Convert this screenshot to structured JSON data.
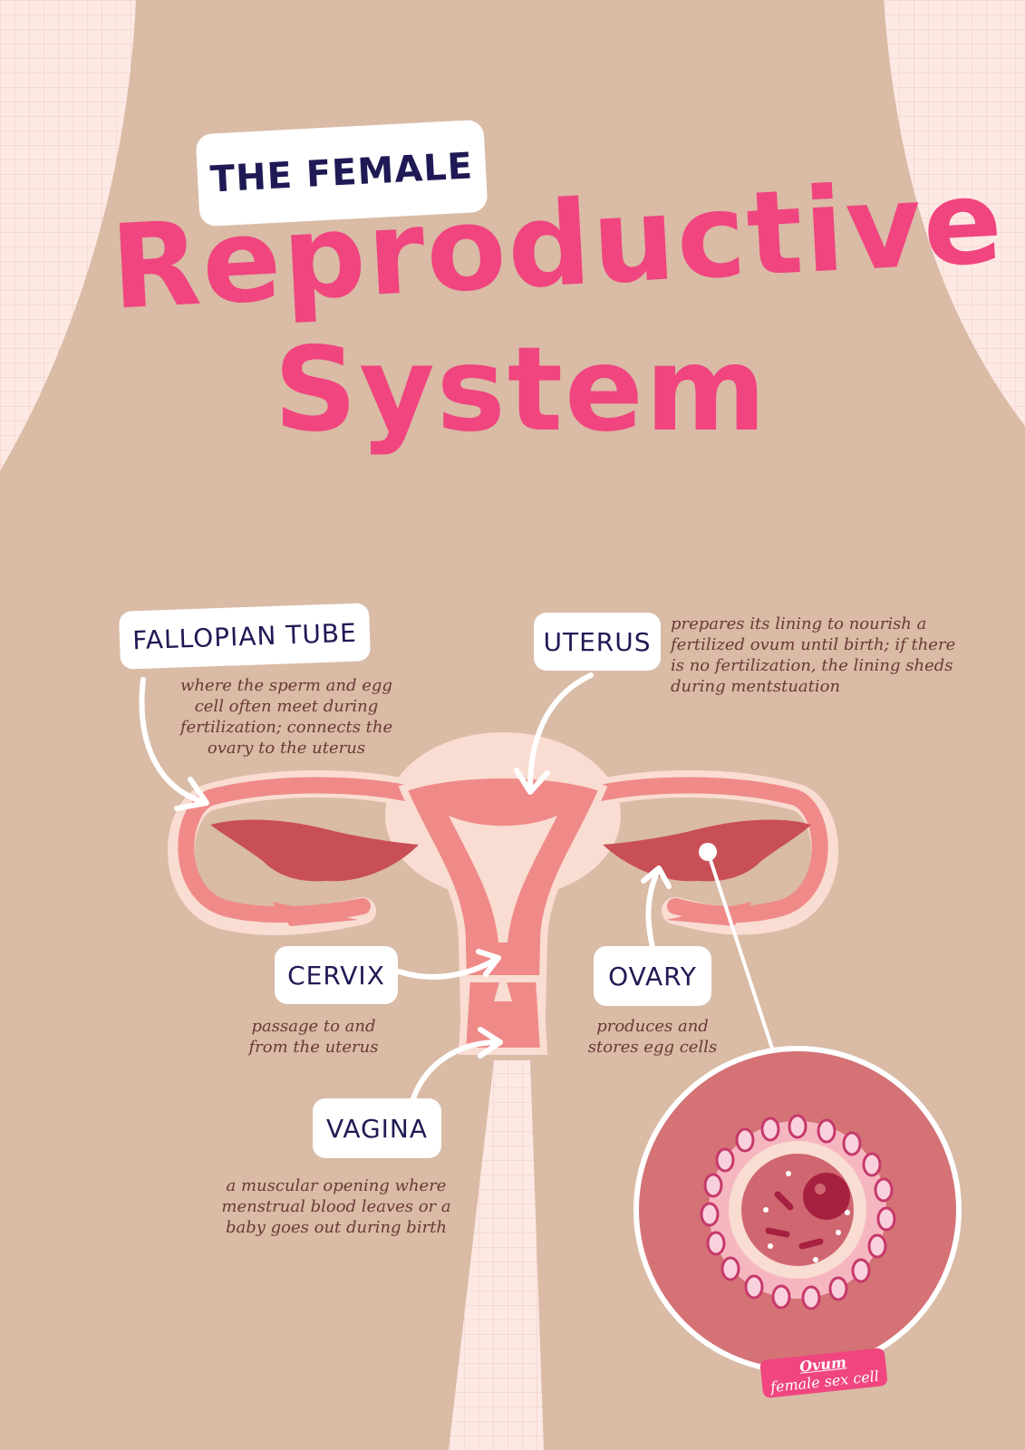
{
  "title": {
    "tag": "THE FEMALE",
    "line1": "Reproductive",
    "line2": "System"
  },
  "labels": {
    "fallopian_tube": "FALLOPIAN TUBE",
    "uterus": "UTERUS",
    "cervix": "CERVIX",
    "ovary": "OVARY",
    "vagina": "VAGINA"
  },
  "descriptions": {
    "fallopian_tube": [
      "where the sperm and egg",
      "cell often meet during",
      "fertilization; connects the",
      "ovary to the uterus"
    ],
    "uterus": [
      "prepares its lining to nourish a",
      "fertilized ovum until birth; if there",
      "is no fertilization, the lining sheds",
      "during mentstuation"
    ],
    "cervix": [
      "passage to and",
      "from the uterus"
    ],
    "ovary": [
      "produces and",
      "stores egg cells"
    ],
    "vagina": [
      "a muscular opening where",
      "menstrual blood leaves or a",
      "baby goes out during birth"
    ]
  },
  "ovum": {
    "name": "Ovum",
    "caption": "female sex cell"
  },
  "colors": {
    "background_grid": "#fde9e4",
    "body": "#d9bba6",
    "title_pink": "#f0457e",
    "label_text": "#1f1a55",
    "organ_light": "#f9dcd2",
    "organ_main": "#ef8a88",
    "organ_dark": "#c94f56",
    "description_text": "#6a3a36"
  }
}
